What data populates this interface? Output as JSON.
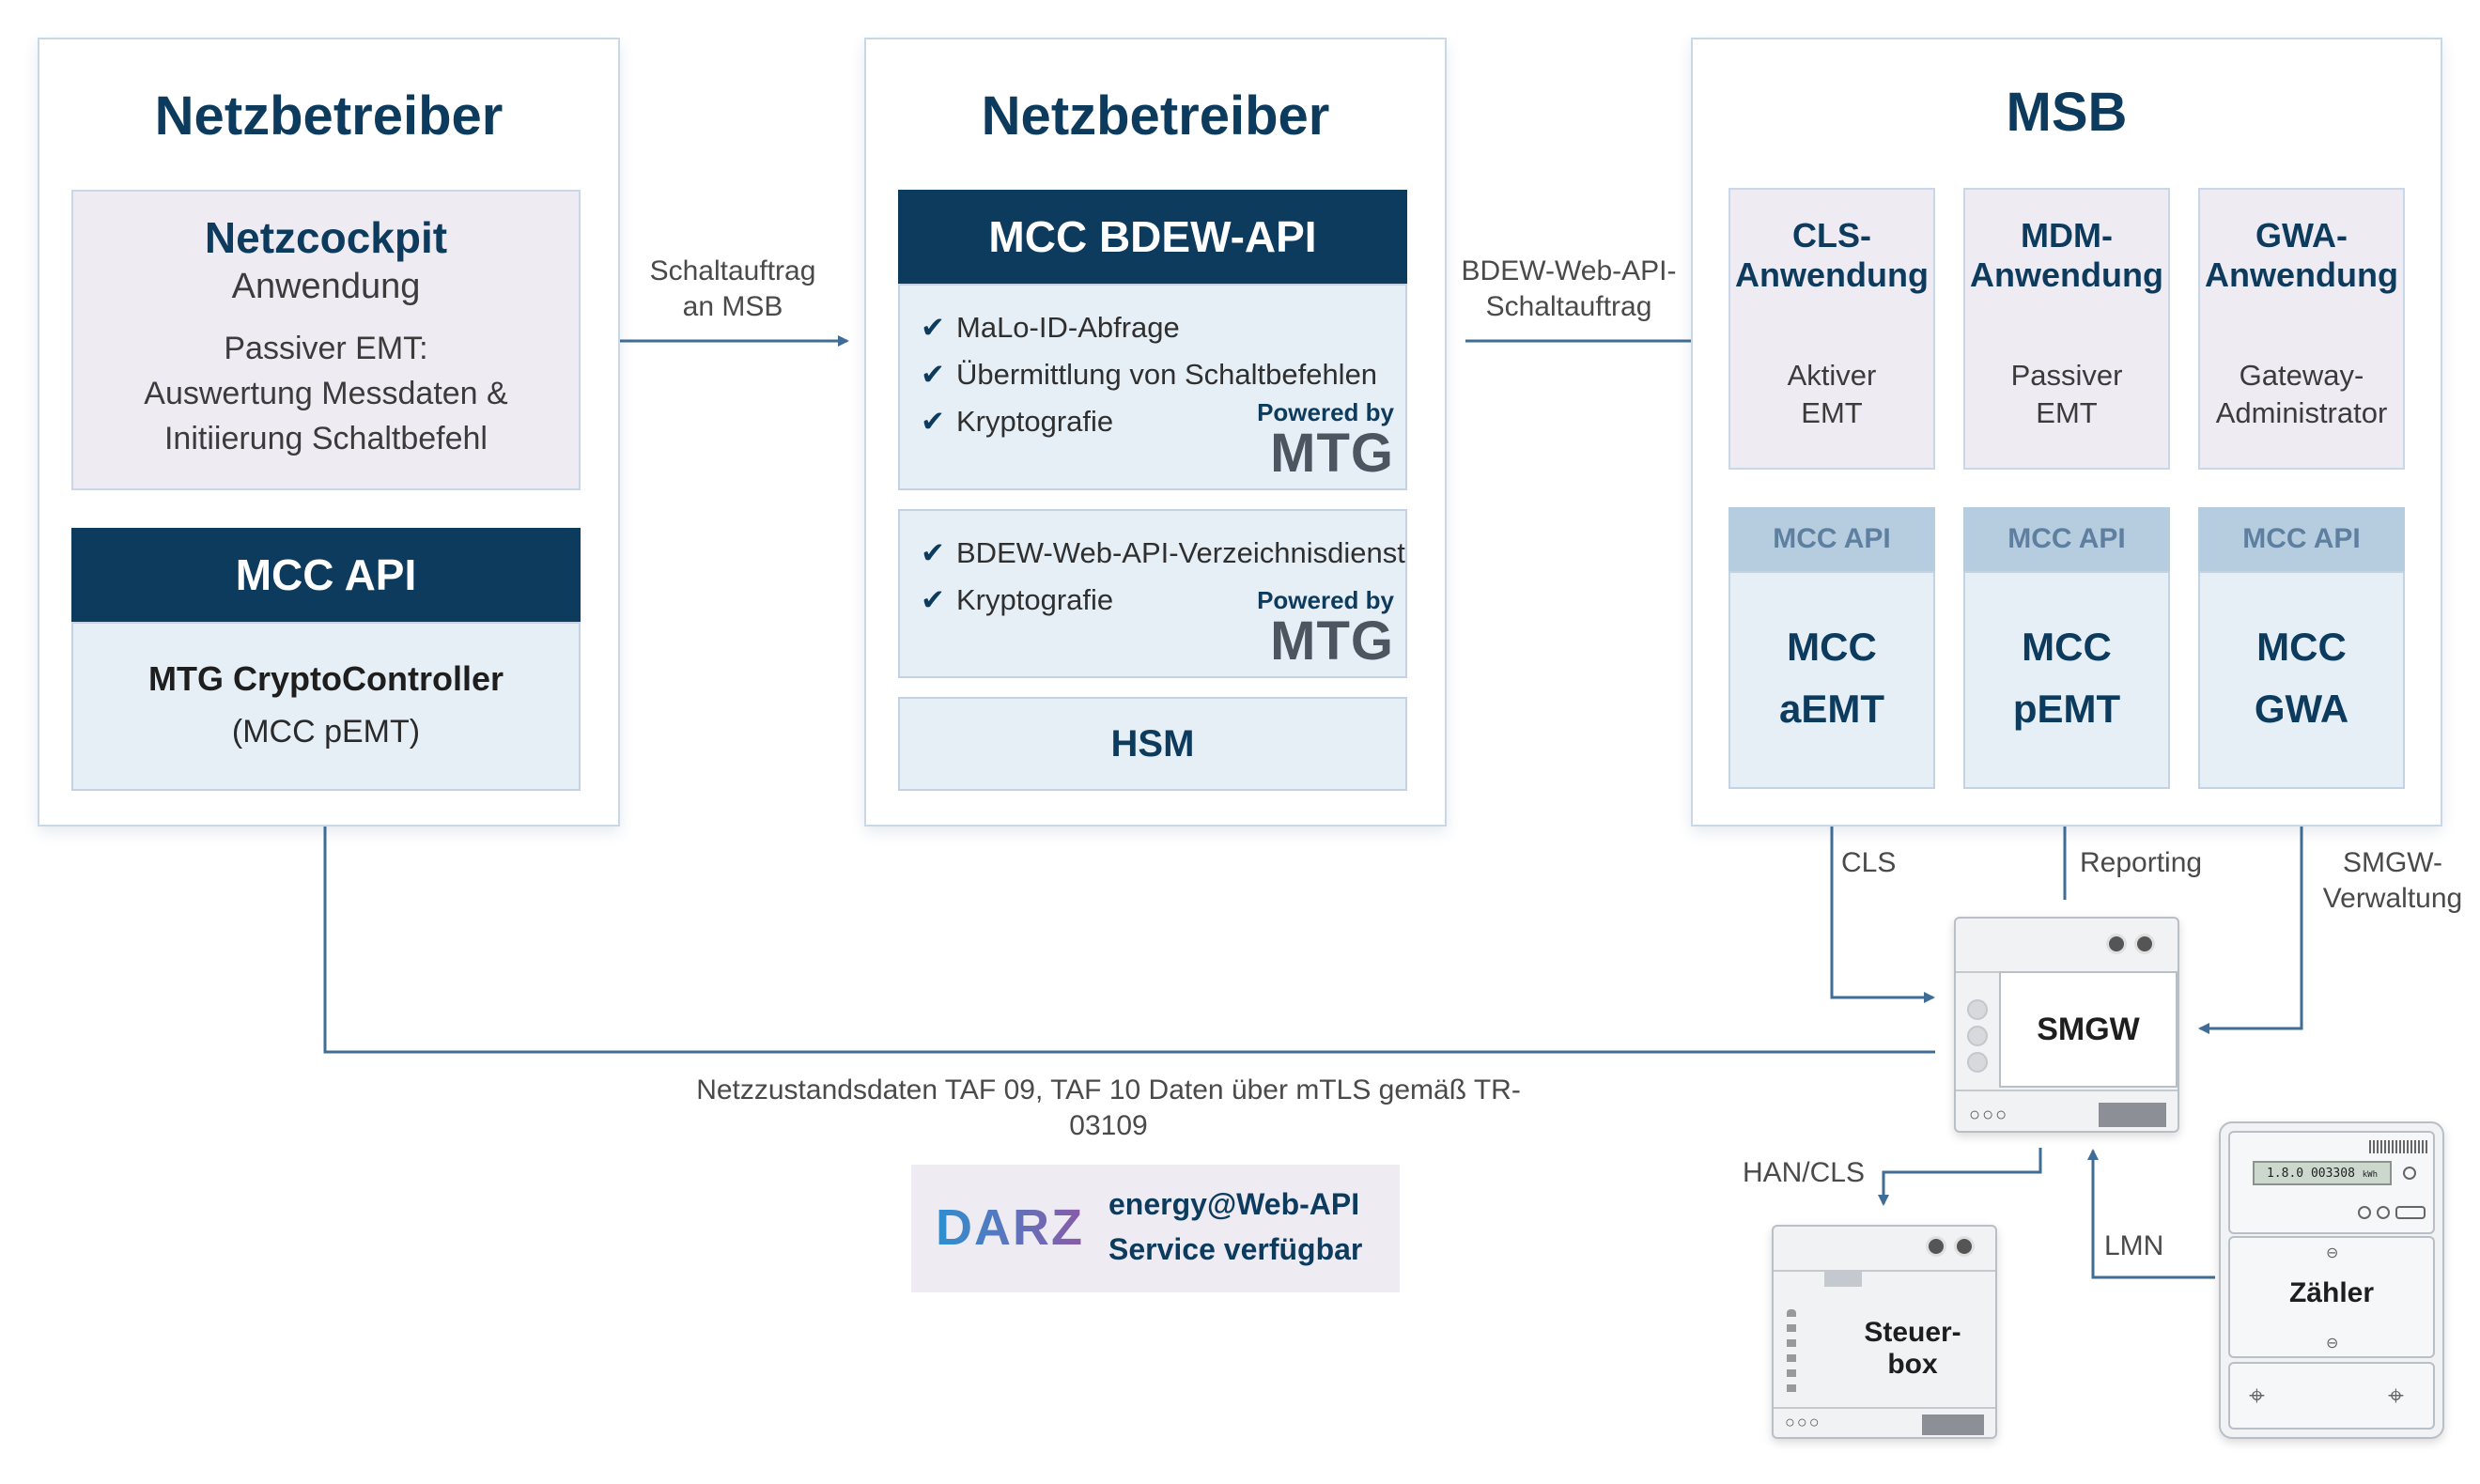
{
  "left_panel": {
    "title": "Netzbetreiber",
    "app_name": "Netzcockpit",
    "app_sub": "Anwendung",
    "desc": [
      "Passiver EMT:",
      "Auswertung Messdaten &",
      "Initiierung Schaltbefehl"
    ],
    "mcc_api": "MCC API",
    "crypto_title": "MTG CryptoController",
    "crypto_sub": "(MCC pEMT)"
  },
  "mid_panel": {
    "title": "Netzbetreiber",
    "api_title": "MCC BDEW-API",
    "api_items": [
      "MaLo-ID-Abfrage",
      "Übermittlung von Schaltbefehlen",
      "Kryptografie"
    ],
    "dir_items": [
      "BDEW-Web-API-Verzeichnisdienst",
      "Kryptografie"
    ],
    "powered_by": "Powered by",
    "mtg": "MTG",
    "hsm": "HSM"
  },
  "right_panel": {
    "title": "MSB",
    "apps": [
      {
        "name": [
          "CLS-",
          "Anwendung"
        ],
        "desc": [
          "Aktiver",
          "EMT"
        ]
      },
      {
        "name": [
          "MDM-",
          "Anwendung"
        ],
        "desc": [
          "Passiver",
          "EMT"
        ]
      },
      {
        "name": [
          "GWA-",
          "Anwendung"
        ],
        "desc": [
          "Gateway-",
          "Administrator"
        ]
      }
    ],
    "mcc_api": "MCC API",
    "mccs": [
      [
        "MCC",
        "aEMT"
      ],
      [
        "MCC",
        "pEMT"
      ],
      [
        "MCC",
        "GWA"
      ]
    ]
  },
  "connectors": {
    "schaltauftrag": [
      "Schaltauftrag",
      "an MSB"
    ],
    "bdew": [
      "BDEW-Web-API-",
      "Schaltauftrag"
    ],
    "cls": "CLS",
    "reporting": "Reporting",
    "smgw_verw": [
      "SMGW-",
      "Verwaltung"
    ],
    "netzzustand": "Netzzustandsdaten TAF 09, TAF 10 Daten über mTLS gemäß TR-03109",
    "han_cls": "HAN/CLS",
    "lmn": "LMN"
  },
  "devices": {
    "smgw": "SMGW",
    "steuerbox": [
      "Steuer-",
      "box"
    ],
    "zaehler": "Zähler",
    "display": "1.8.0 003308",
    "unit": "kWh"
  },
  "darz": {
    "logo": "DARZ",
    "line1": "energy@Web-API",
    "line2": "Service verfügbar"
  },
  "colors": {
    "navy": "#0d3b5e",
    "arrow": "#3f6d95",
    "mcc_top": "#b6cde0",
    "lilac": "#eeebf3"
  }
}
